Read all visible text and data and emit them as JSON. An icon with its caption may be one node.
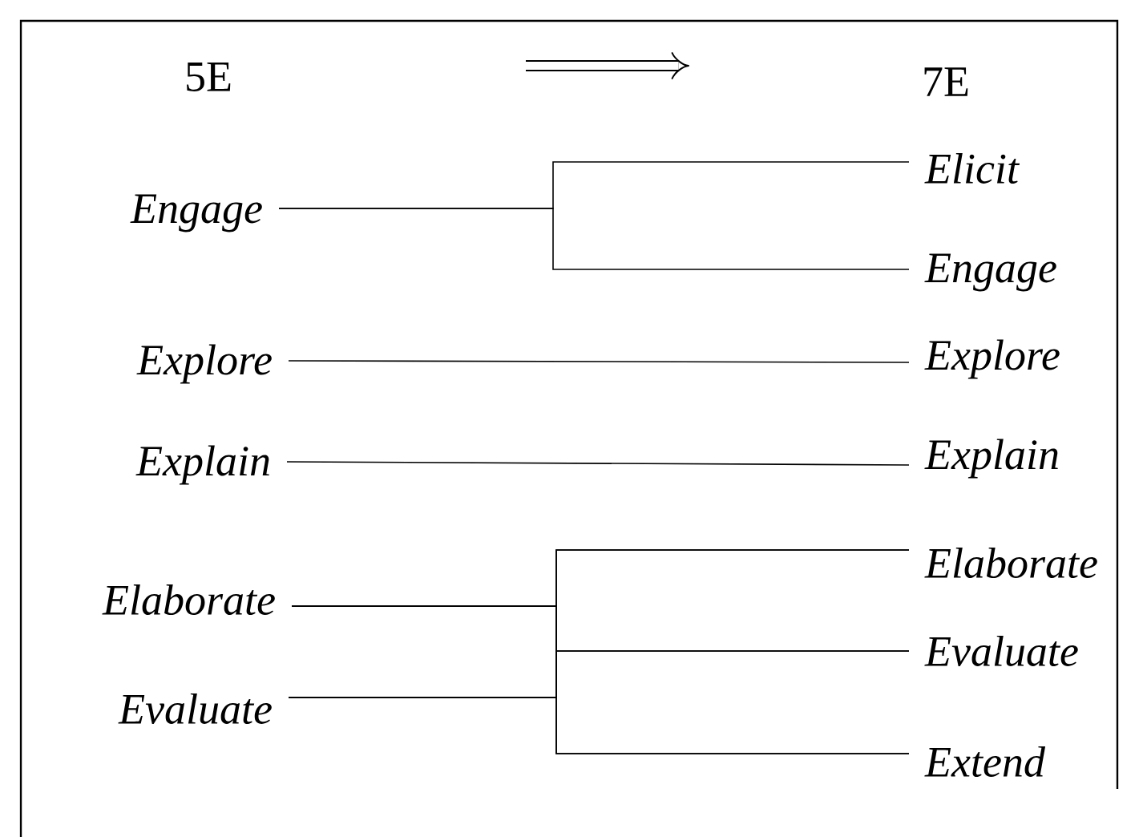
{
  "diagram": {
    "nodes": [
      {
        "text": [
          "5E"
        ]
      },
      {
        "text": [
          "7E"
        ]
      },
      {
        "text": [
          "Engage"
        ]
      },
      {
        "text": [
          "Explore"
        ]
      },
      {
        "text": [
          "Explain"
        ]
      },
      {
        "text": [
          "Elaborate"
        ]
      },
      {
        "text": [
          "Evaluate"
        ]
      },
      {
        "text": [
          "Elicit"
        ]
      },
      {
        "text": [
          "Engage"
        ]
      },
      {
        "text": [
          "Explore"
        ]
      },
      {
        "text": [
          "Explain"
        ]
      },
      {
        "text": [
          "Elaborate"
        ]
      },
      {
        "text": [
          "Evaluate"
        ]
      },
      {
        "text": [
          "Extend"
        ]
      }
    ],
    "edges": [
      {
        "from": 2,
        "to": 7,
        "arrow": "none"
      },
      {
        "from": 2,
        "to": 8,
        "arrow": "none"
      },
      {
        "from": 3,
        "to": 9,
        "arrow": "none"
      },
      {
        "from": 4,
        "to": 10,
        "arrow": "none"
      },
      {
        "from": 5,
        "to": 11,
        "arrow": "none"
      },
      {
        "from": 5,
        "to": 12,
        "arrow": "none"
      },
      {
        "from": 5,
        "to": 13,
        "arrow": "none"
      },
      {
        "from": 6,
        "to": 11,
        "arrow": "none"
      },
      {
        "from": 6,
        "to": 12,
        "arrow": "none"
      },
      {
        "from": 6,
        "to": 13,
        "arrow": "none"
      }
    ]
  }
}
